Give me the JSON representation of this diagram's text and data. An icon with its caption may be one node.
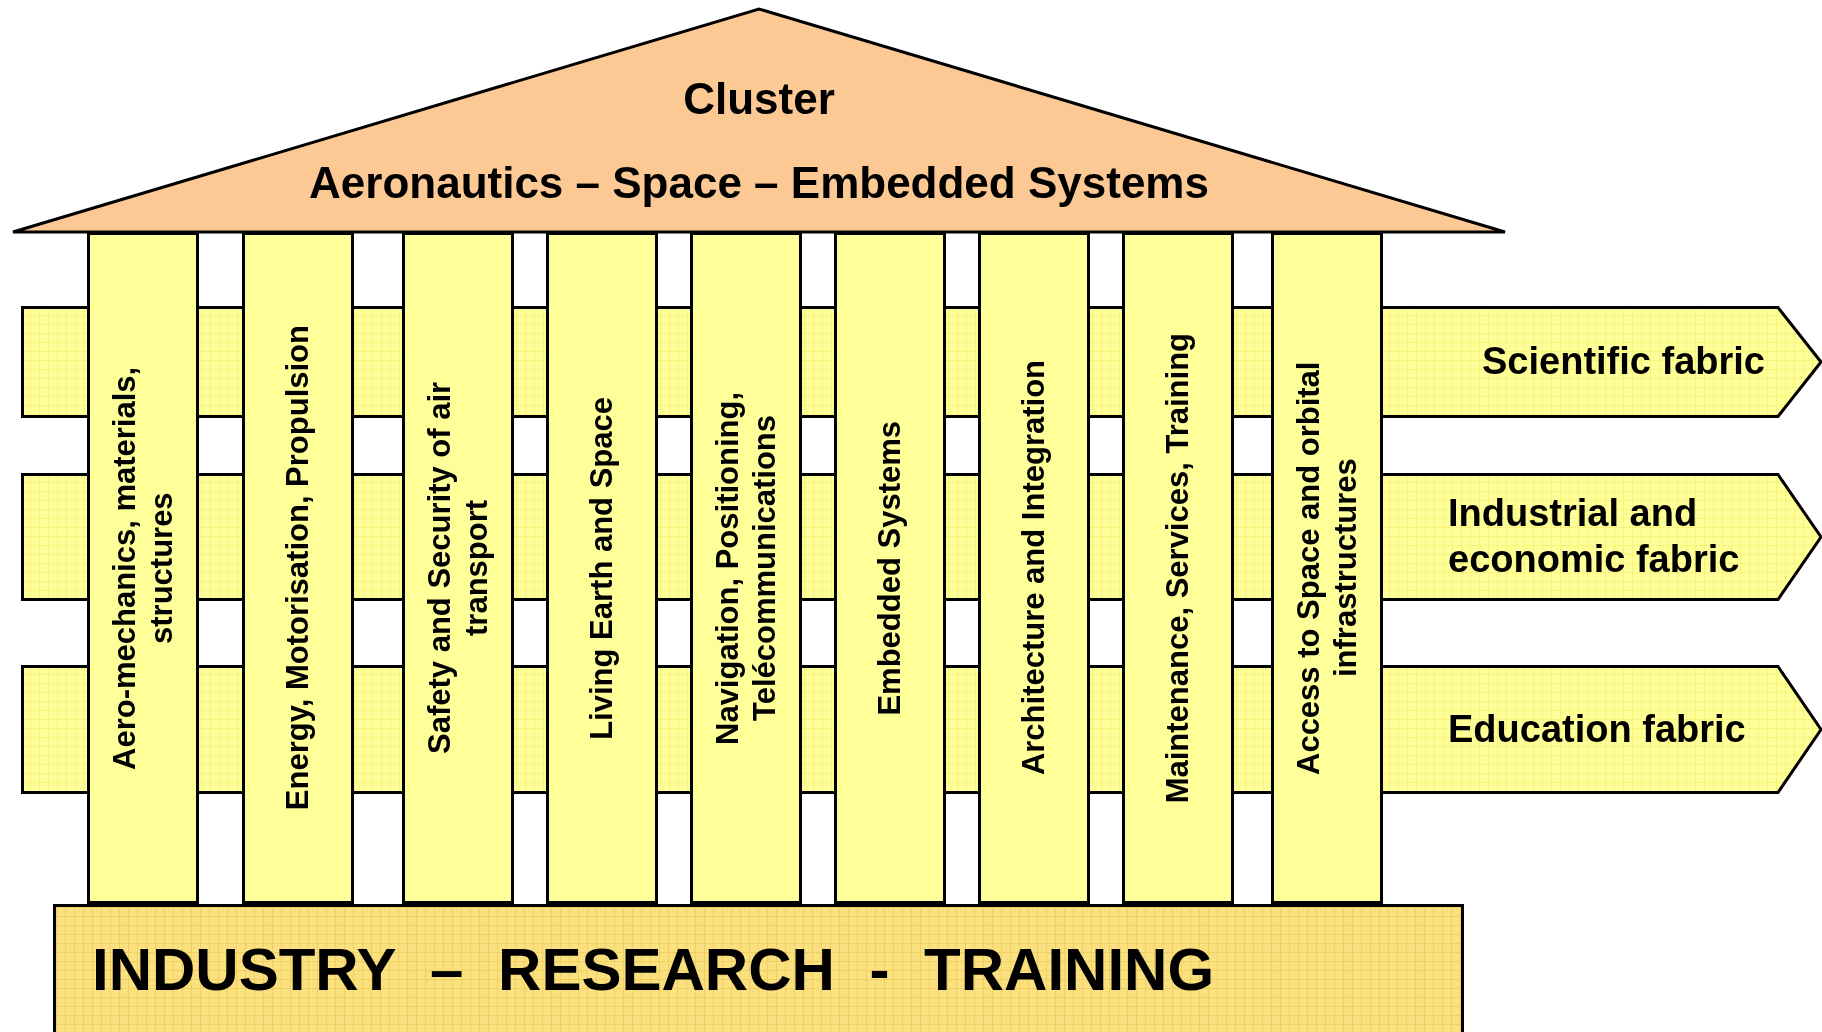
{
  "diagram": {
    "nodes": [
      {
        "text": [
          "Cluster",
          "Aeronautics – Space – Embedded Systems"
        ]
      },
      {
        "text": [
          "Aero-mechanics, materials, structures"
        ]
      },
      {
        "text": [
          "Energy, Motorisation, Propulsion"
        ]
      },
      {
        "text": [
          "Safety and Security of air transport"
        ]
      },
      {
        "text": [
          "Living Earth and Space"
        ]
      },
      {
        "text": [
          "Navigation, Positioning, Telécommunications"
        ]
      },
      {
        "text": [
          "Embedded Systems"
        ]
      },
      {
        "text": [
          "Architecture and Integration"
        ]
      },
      {
        "text": [
          "Maintenance, Services, Training"
        ]
      },
      {
        "text": [
          "Access to Space and orbital infrastructures"
        ]
      },
      {
        "text": [
          "Scientific fabric"
        ]
      },
      {
        "text": [
          "Industrial and economic fabric"
        ]
      },
      {
        "text": [
          "Education fabric"
        ]
      },
      {
        "text": [
          "INDUSTRY – RESEARCH - TRAINING"
        ]
      }
    ]
  }
}
